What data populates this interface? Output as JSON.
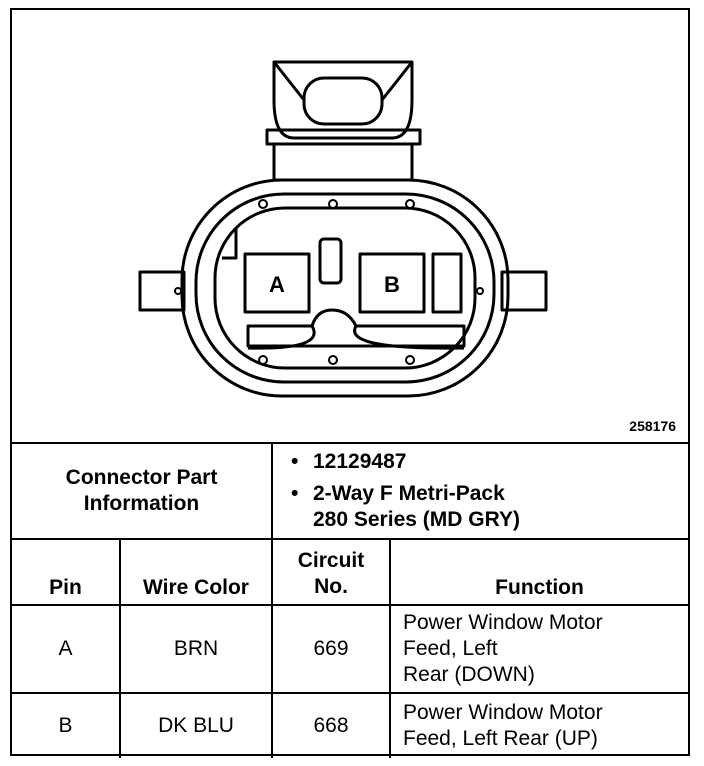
{
  "figure_number": "258176",
  "connector": {
    "pin_a_label": "A",
    "pin_b_label": "B"
  },
  "part_info": {
    "label_line1": "Connector Part",
    "label_line2": "Information",
    "part_number": "12129487",
    "description_line1": "2-Way F Metri-Pack",
    "description_line2": "280 Series (MD GRY)"
  },
  "headers": {
    "pin": "Pin",
    "wire_color": "Wire Color",
    "circuit_line1": "Circuit",
    "circuit_line2": "No.",
    "function": "Function"
  },
  "rows": [
    {
      "pin": "A",
      "wire_color": "BRN",
      "circuit": "669",
      "function_lines": [
        "Power Window Motor",
        "Feed, Left",
        "Rear (DOWN)"
      ]
    },
    {
      "pin": "B",
      "wire_color": "DK BLU",
      "circuit": "668",
      "function_lines": [
        "Power Window Motor",
        "Feed, Left Rear (UP)"
      ]
    }
  ]
}
